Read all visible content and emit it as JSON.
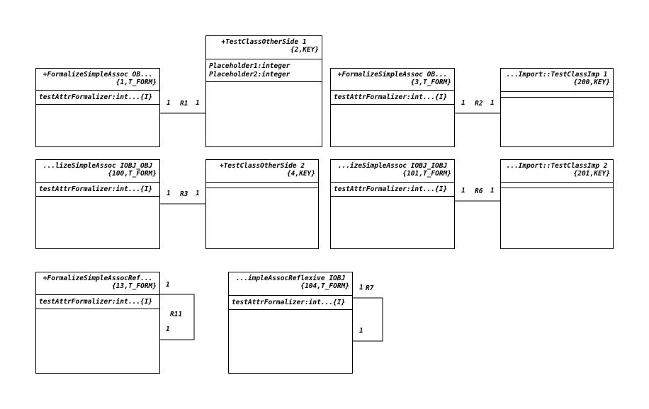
{
  "classes": {
    "c1": {
      "name": "+FormalizeSimpleAssoc OB...",
      "stereo": "{1,T_FORM}",
      "attrs": [
        "testAttrFormalizer:int...{I}"
      ]
    },
    "c2": {
      "name": "+TestClassOtherSide 1",
      "stereo": "{2,KEY}",
      "attrs": [
        "Placeholder1:integer",
        "Placeholder2:integer"
      ]
    },
    "c3": {
      "name": "+FormalizeSimpleAssoc OB...",
      "stereo": "{3,T_FORM}",
      "attrs": [
        "testAttrFormalizer:int...{I}"
      ]
    },
    "c4": {
      "name": "...Import::TestClassImp 1",
      "stereo": "{200,KEY}",
      "attrs": []
    },
    "c5": {
      "name": "...lizeSimpleAssoc IOBJ_OBJ",
      "stereo": "{100,T_FORM}",
      "attrs": [
        "testAttrFormalizer:int...{I}"
      ]
    },
    "c6": {
      "name": "+TestClassOtherSide 2",
      "stereo": "{4,KEY}",
      "attrs": []
    },
    "c7": {
      "name": "...izeSimpleAssoc IOBJ_IOBJ",
      "stereo": "{101,T_FORM}",
      "attrs": [
        "testAttrFormalizer:int...{I}"
      ]
    },
    "c8": {
      "name": "...Import::TestClassImp 2",
      "stereo": "{201,KEY}",
      "attrs": []
    },
    "c9": {
      "name": "+FormalizeSimpleAssocRef...",
      "stereo": "{13,T_FORM}",
      "attrs": [
        "testAttrFormalizer:int...{I}"
      ]
    },
    "c10": {
      "name": "...impleAssocReflexive IOBJ",
      "stereo": "{104,T_FORM}",
      "attrs": [
        "testAttrFormalizer:int...{I}"
      ]
    }
  },
  "associations": {
    "r1": {
      "name": "R1",
      "mult_a": "1",
      "mult_b": "1"
    },
    "r2": {
      "name": "R2",
      "mult_a": "1",
      "mult_b": "1"
    },
    "r3": {
      "name": "R3",
      "mult_a": "1",
      "mult_b": "1"
    },
    "r6": {
      "name": "R6",
      "mult_a": "1",
      "mult_b": "1"
    },
    "r11": {
      "name": "R11",
      "mult_a": "1",
      "mult_b": "1"
    },
    "r7": {
      "name": "R7",
      "mult_a": "1",
      "mult_b": "1"
    }
  }
}
